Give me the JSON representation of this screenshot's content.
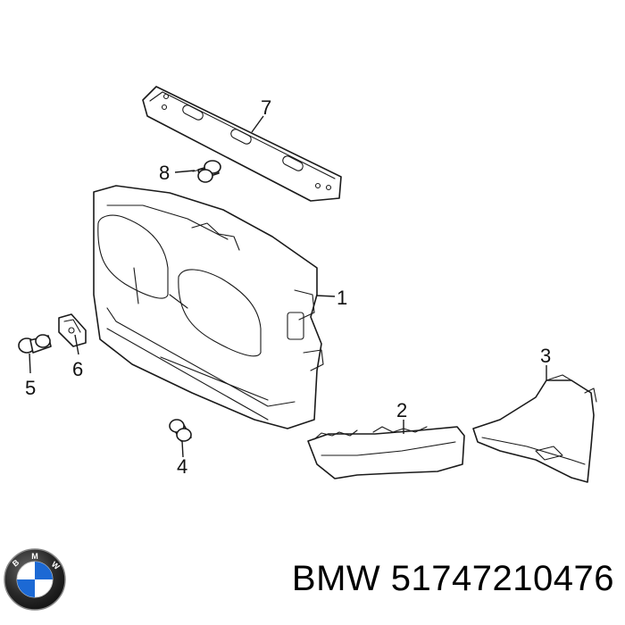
{
  "callouts": [
    {
      "id": "1",
      "label": "1"
    },
    {
      "id": "2",
      "label": "2"
    },
    {
      "id": "3",
      "label": "3"
    },
    {
      "id": "4",
      "label": "4"
    },
    {
      "id": "5",
      "label": "5"
    },
    {
      "id": "6",
      "label": "6"
    },
    {
      "id": "7",
      "label": "7"
    },
    {
      "id": "8",
      "label": "8"
    }
  ],
  "footer": {
    "brand": "BMW",
    "part_number": "51747210476"
  },
  "colors": {
    "line": "#1a1a1a",
    "logo_blue": "#1c69d4",
    "logo_ring": "#222222"
  }
}
